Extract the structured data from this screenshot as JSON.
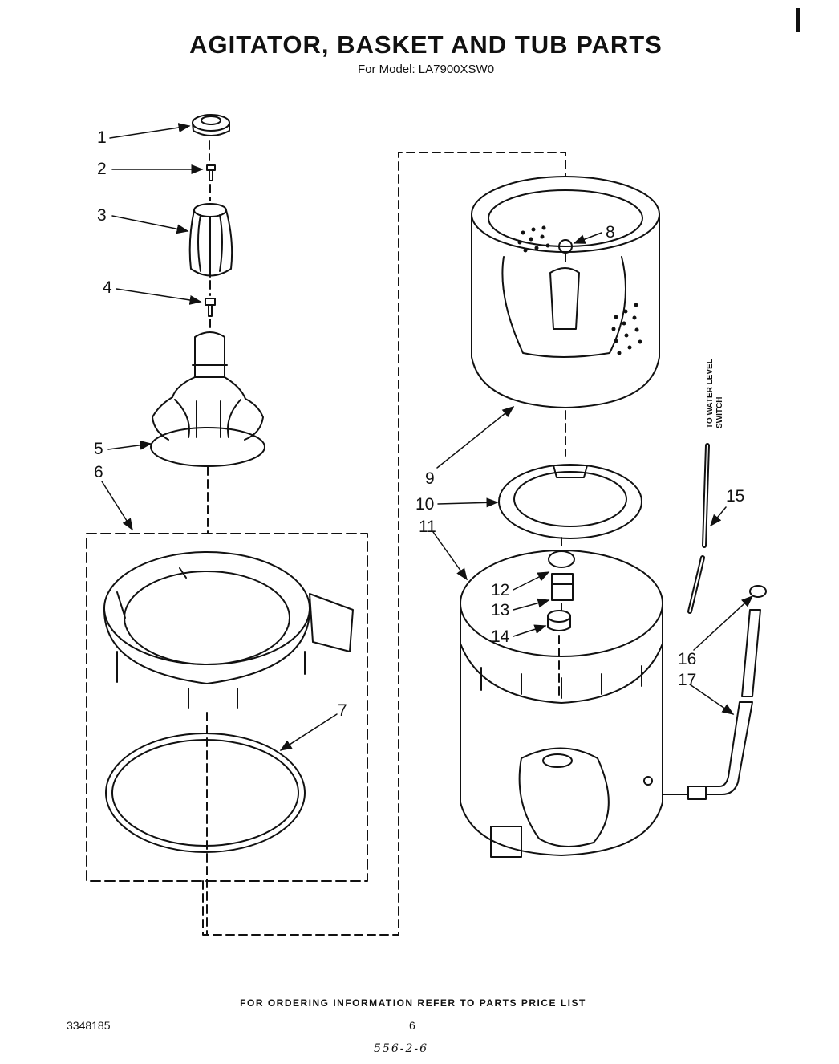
{
  "header": {
    "title": "AGITATOR, BASKET AND TUB PARTS",
    "subtitle": "For Model: LA7900XSW0"
  },
  "callouts": {
    "c1": "1",
    "c2": "2",
    "c3": "3",
    "c4": "4",
    "c5": "5",
    "c6": "6",
    "c7": "7",
    "c8": "8",
    "c9": "9",
    "c10": "10",
    "c11": "11",
    "c12": "12",
    "c13": "13",
    "c14": "14",
    "c15": "15",
    "c16": "16",
    "c17": "17"
  },
  "side_note": {
    "line1": "TO WATER LEVEL",
    "line2": "SWITCH"
  },
  "footer": {
    "ordering_note": "FOR ORDERING INFORMATION REFER TO PARTS PRICE LIST",
    "doc_number": "3348185",
    "page_number": "6",
    "handwritten": "556-2-6"
  },
  "colors": {
    "ink": "#111111",
    "paper": "#ffffff"
  }
}
